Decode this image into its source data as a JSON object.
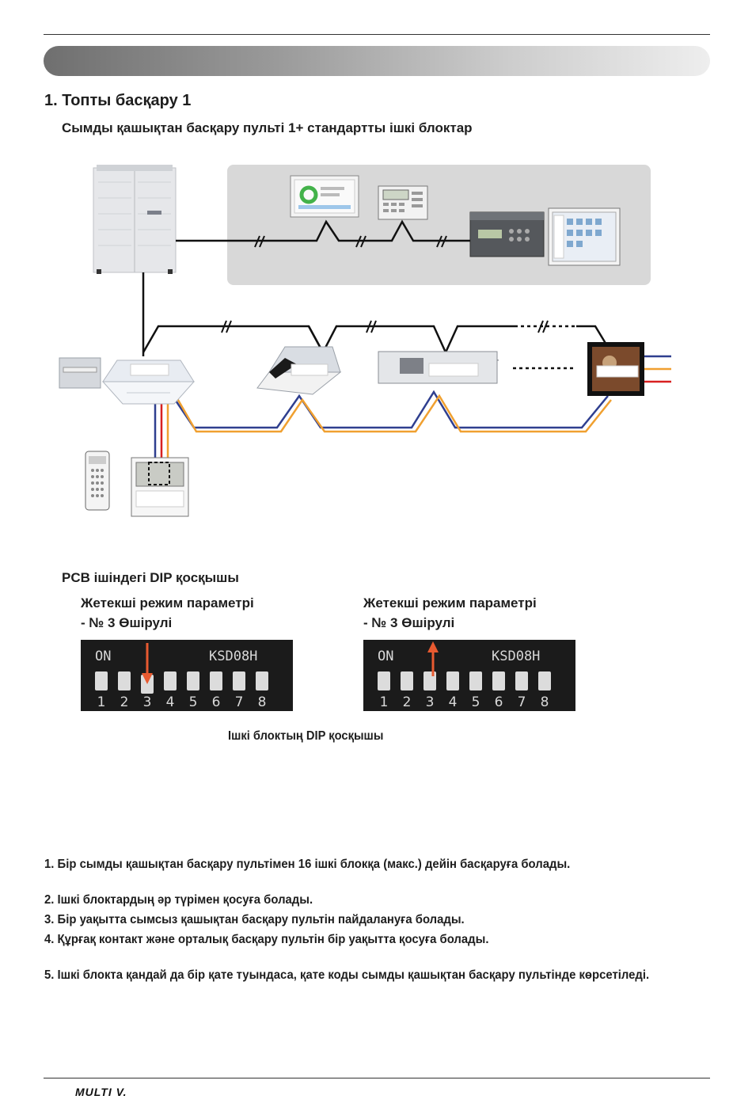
{
  "section": {
    "title": "1. Топты басқару 1",
    "subtitle": "Сымды қашықтан басқару пульті 1+ стандартты ішкі блоктар"
  },
  "dip": {
    "heading": "PCB ішіндегі DIP қосқышы",
    "left": {
      "line1": "Жетекші режим параметрі",
      "line2": "- № 3 Өшірулі"
    },
    "right": {
      "line1": "Жетекші режим параметрі",
      "line2": "- № 3 Өшірулі"
    },
    "switch_on_label": "ON",
    "switch_model": "KSD08H",
    "switch_numbers": [
      "1",
      "2",
      "3",
      "4",
      "5",
      "6",
      "7",
      "8"
    ],
    "caption": "Ішкі блоктың DIP қосқышы"
  },
  "notes": [
    "1. Бір сымды қашықтан басқару пультімен 16 ішкі блокқа (макс.) дейін басқаруға болады.",
    "2. Ішкі блоктардың әр түрімен қосуға болады.",
    "3. Бір уақытта сымсыз қашықтан басқару пультін пайдалануға болады.",
    "4. Құрғақ контакт және орталық басқару пультін бір уақытта қосуға болады.",
    "5. Ішкі блокта қандай да бір қате туындаса, қате коды сымды қашықтан басқару пультінде көрсетіледі."
  ],
  "footer": {
    "logo": "MULTI V."
  },
  "colors": {
    "wire_blue": "#2f3f8f",
    "wire_orange": "#f0a030",
    "wire_red": "#d82020",
    "arrow": "#e85a30"
  }
}
